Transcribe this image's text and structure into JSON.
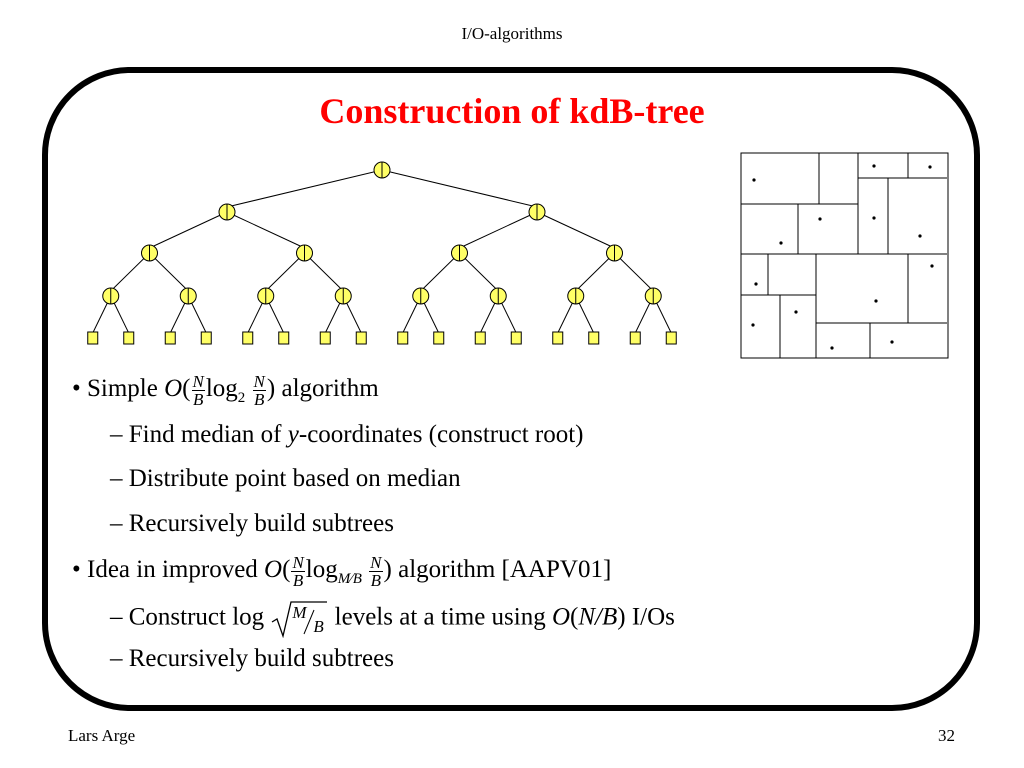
{
  "header": {
    "title": "I/O-algorithms"
  },
  "slide": {
    "heading": "Construction of kdB-tree",
    "bullets": {
      "b1": {
        "lead": "Simple",
        "O": "O",
        "N": "N",
        "B": "B",
        "log": "log",
        "two": "2",
        "tail": "algorithm"
      },
      "b1_1": {
        "text_a": "Find median of",
        "y": "y",
        "text_b": "-coordinates (construct root)"
      },
      "b1_2": {
        "text": "Distribute point based on median"
      },
      "b1_3": {
        "text": "Recursively build subtrees"
      },
      "b2": {
        "lead": "Idea in improved",
        "O": "O",
        "N": "N",
        "B": "B",
        "log": "log",
        "M": "M",
        "tail": "algorithm [AAPV01]"
      },
      "b2_1": {
        "text_a": "Construct",
        "log": "log",
        "M": "M",
        "B": "B",
        "text_b": "levels at a time using",
        "O": "O",
        "NB": "N/B",
        "text_c": "I/Os"
      },
      "b2_2": {
        "text": "Recursively build subtrees"
      }
    }
  },
  "footer": {
    "author": "Lars Arge",
    "page": "32"
  },
  "colors": {
    "title": "#ff0000",
    "node_fill": "#ffff66",
    "stroke": "#000000"
  }
}
